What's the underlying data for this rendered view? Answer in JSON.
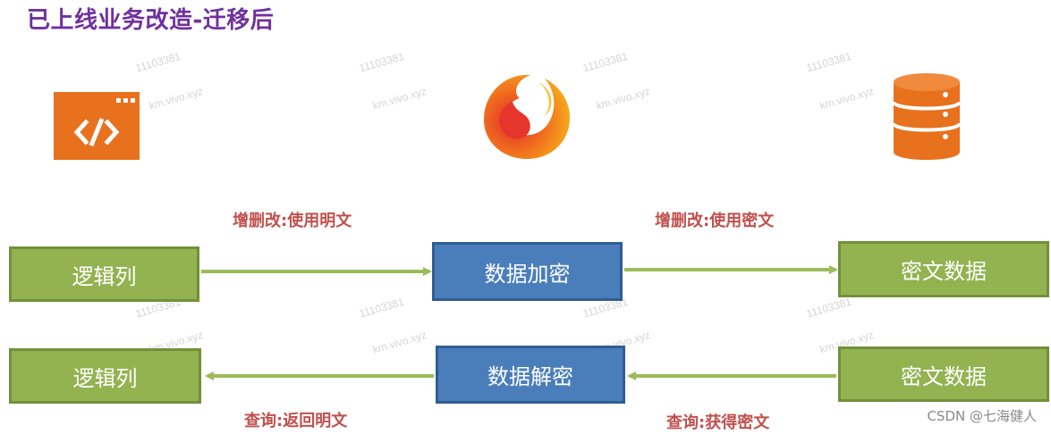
{
  "title": "已上线业务改造-迁移后",
  "watermark": {
    "id_text": "11103381",
    "site_text": "km.vivo.xyz"
  },
  "icons": {
    "app": "code-window-icon",
    "middleware": "flame-logo-icon",
    "database": "database-icon"
  },
  "colors": {
    "title": "#7030a0",
    "green_box": "#92b350",
    "blue_box": "#4a7ebb",
    "label": "#c0504d",
    "orange_icon": "#e8711d",
    "arrow": "#9bbb59"
  },
  "write_flow": {
    "source": "逻辑列",
    "process": "数据加密",
    "target": "密文数据",
    "label_left": "增删改:使用明文",
    "label_right": "增删改:使用密文"
  },
  "read_flow": {
    "target": "逻辑列",
    "process": "数据解密",
    "source": "密文数据",
    "label_left": "查询:返回明文",
    "label_right": "查询:获得密文"
  },
  "credit": "CSDN @七海健人"
}
